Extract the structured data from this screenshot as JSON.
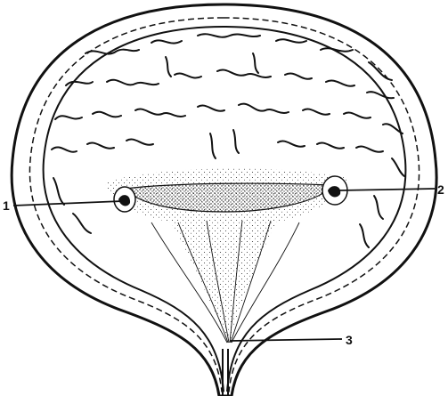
{
  "labels": {
    "left_orifice": "1",
    "right_orifice": "2",
    "urethral_opening": "3"
  },
  "colors": {
    "ink": "#111111",
    "paper": "#ffffff"
  }
}
